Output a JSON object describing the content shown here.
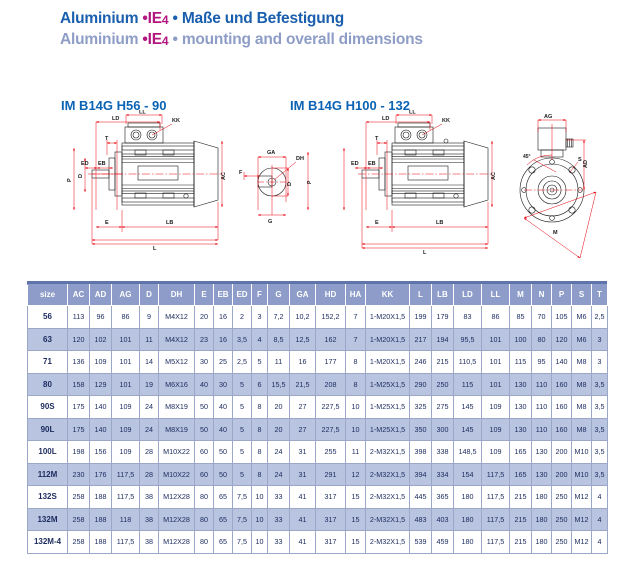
{
  "header": {
    "line1": {
      "prefix": "Aluminium ",
      "bullet": "•",
      "ie4": "IE4",
      "sep": " • ",
      "rest": "Maße und Befestigung"
    },
    "line2": {
      "prefix": "Aluminium ",
      "bullet": "•",
      "ie4": "IE4",
      "sep": " • ",
      "rest": "mounting and overall dimensions"
    },
    "colors": {
      "german_blue": "#1a5fae",
      "english_grey": "#8e9dc6",
      "ie4_magenta": "#b3167e"
    }
  },
  "drawings": {
    "left": {
      "caption": "IM B14G H56 - 90",
      "labels": [
        "LD",
        "LL",
        "KK",
        "T",
        "ED",
        "EB",
        "P",
        "D",
        "AC",
        "E",
        "LB",
        "L"
      ]
    },
    "middle": {
      "labels": [
        "GA",
        "DH",
        "F",
        "D",
        "G"
      ]
    },
    "right": {
      "caption": "IM B14G H100 - 132",
      "labels": [
        "LD",
        "LL",
        "KK",
        "T",
        "ED",
        "EB",
        "E",
        "LB",
        "L",
        "AC"
      ]
    },
    "flange": {
      "labels": [
        "AG",
        "45°",
        "S",
        "AD",
        "M"
      ]
    }
  },
  "table": {
    "columns": [
      "size",
      "AC",
      "AD",
      "AG",
      "D",
      "DH",
      "E",
      "EB",
      "ED",
      "F",
      "G",
      "GA",
      "HD",
      "HA",
      "KK",
      "L",
      "LB",
      "LD",
      "LL",
      "M",
      "N",
      "P",
      "S",
      "T"
    ],
    "rows": [
      [
        "56",
        "113",
        "96",
        "86",
        "9",
        "M4X12",
        "20",
        "16",
        "2",
        "3",
        "7,2",
        "10,2",
        "152,2",
        "7",
        "1-M20X1,5",
        "199",
        "179",
        "83",
        "86",
        "85",
        "70",
        "105",
        "M6",
        "2,5"
      ],
      [
        "63",
        "120",
        "102",
        "101",
        "11",
        "M4X12",
        "23",
        "16",
        "3,5",
        "4",
        "8,5",
        "12,5",
        "162",
        "7",
        "1-M20X1,5",
        "217",
        "194",
        "95,5",
        "101",
        "100",
        "80",
        "120",
        "M6",
        "3"
      ],
      [
        "71",
        "136",
        "109",
        "101",
        "14",
        "M5X12",
        "30",
        "25",
        "2,5",
        "5",
        "11",
        "16",
        "177",
        "8",
        "1-M20X1,5",
        "246",
        "215",
        "110,5",
        "101",
        "115",
        "95",
        "140",
        "M8",
        "3"
      ],
      [
        "80",
        "158",
        "129",
        "101",
        "19",
        "M6X16",
        "40",
        "30",
        "5",
        "6",
        "15,5",
        "21,5",
        "208",
        "8",
        "1-M25X1,5",
        "290",
        "250",
        "115",
        "101",
        "130",
        "110",
        "160",
        "M8",
        "3,5"
      ],
      [
        "90S",
        "175",
        "140",
        "109",
        "24",
        "M8X19",
        "50",
        "40",
        "5",
        "8",
        "20",
        "27",
        "227,5",
        "10",
        "1-M25X1,5",
        "325",
        "275",
        "145",
        "109",
        "130",
        "110",
        "160",
        "M8",
        "3,5"
      ],
      [
        "90L",
        "175",
        "140",
        "109",
        "24",
        "M8X19",
        "50",
        "40",
        "5",
        "8",
        "20",
        "27",
        "227,5",
        "10",
        "1-M25X1,5",
        "350",
        "300",
        "145",
        "109",
        "130",
        "110",
        "160",
        "M8",
        "3,5"
      ],
      [
        "100L",
        "198",
        "156",
        "109",
        "28",
        "M10X22",
        "60",
        "50",
        "5",
        "8",
        "24",
        "31",
        "255",
        "11",
        "2-M32X1,5",
        "398",
        "338",
        "148,5",
        "109",
        "165",
        "130",
        "200",
        "M10",
        "3,5"
      ],
      [
        "112M",
        "230",
        "176",
        "117,5",
        "28",
        "M10X22",
        "60",
        "50",
        "5",
        "8",
        "24",
        "31",
        "291",
        "12",
        "2-M32X1,5",
        "394",
        "334",
        "154",
        "117,5",
        "165",
        "130",
        "200",
        "M10",
        "3,5"
      ],
      [
        "132S",
        "258",
        "188",
        "117,5",
        "38",
        "M12X28",
        "80",
        "65",
        "7,5",
        "10",
        "33",
        "41",
        "317",
        "15",
        "2-M32X1,5",
        "445",
        "365",
        "180",
        "117,5",
        "215",
        "180",
        "250",
        "M12",
        "4"
      ],
      [
        "132M",
        "258",
        "188",
        "118",
        "38",
        "M12X28",
        "80",
        "65",
        "7,5",
        "10",
        "33",
        "41",
        "317",
        "15",
        "2-M32X1,5",
        "483",
        "403",
        "180",
        "117,5",
        "215",
        "180",
        "250",
        "M12",
        "4"
      ],
      [
        "132M-4",
        "258",
        "188",
        "117,5",
        "38",
        "M12X28",
        "80",
        "65",
        "7,5",
        "10",
        "33",
        "41",
        "317",
        "15",
        "2-M32X1,5",
        "539",
        "459",
        "180",
        "117,5",
        "215",
        "180",
        "250",
        "M12",
        "4"
      ]
    ],
    "colors": {
      "header_bg": "#8d9cc8",
      "header_text": "#ffffff",
      "row_alt_bg": "#b9c4e0",
      "grid": "#9aa7c7",
      "text": "#1b2a5e"
    }
  }
}
